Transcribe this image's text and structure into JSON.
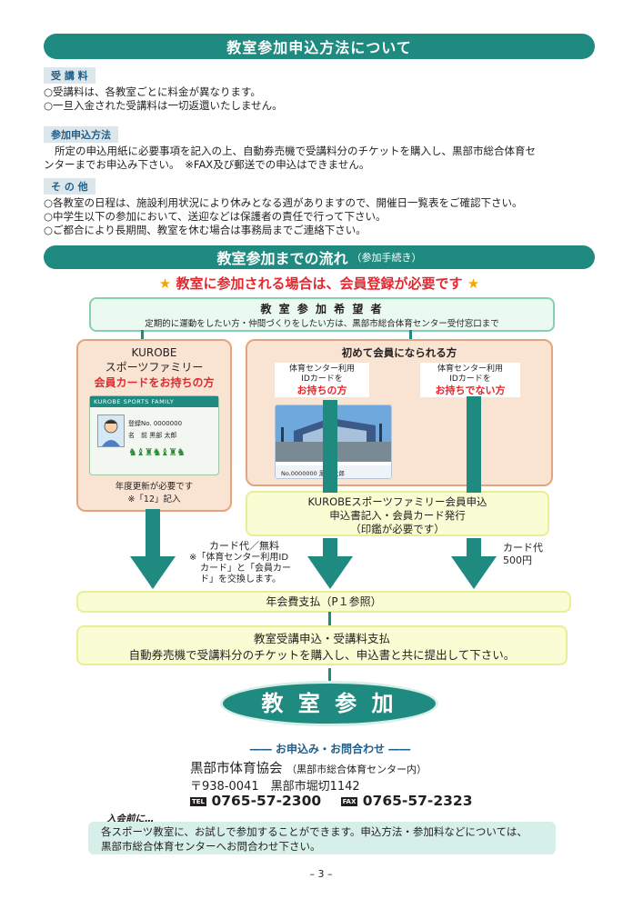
{
  "section1": {
    "title": "教室参加申込方法について",
    "fee": {
      "label": "受 講 料",
      "lines": [
        "○受講料は、各教室ごとに料金が異なります。",
        "○一旦入金された受講料は一切返還いたしません。"
      ]
    },
    "method": {
      "label": "参加申込方法",
      "lines": [
        "所定の申込用紙に必要事項を記入の上、自動券売機で受講料分のチケットを購入し、黒部市総合体育セ",
        "ンターまでお申込み下さい。　※FAX及び郵送での申込はできません。"
      ]
    },
    "other": {
      "label": "そ の 他",
      "lines": [
        "○各教室の日程は、施設利用状況により休みとなる週がありますので、開催日一覧表をご確認下さい。",
        "○中学生以下の参加において、送迎などは保護者の責任で行って下さい。",
        "○ご都合により長期間、教室を休む場合は事務局までご連絡下さい。"
      ]
    }
  },
  "section2": {
    "title": "教室参加までの流れ",
    "subtitle": "（参加手続き）",
    "notice": "会員登録が必要です",
    "notice_prefix": "教室に参加される場合は、",
    "applicant": {
      "title": "教 室 参 加 希 望 者",
      "desc": "定期的に運動をしたい方・仲間づくりをしたい方は、黒部市総合体育センター受付窓口まで"
    },
    "left_box": {
      "line1": "KUROBE",
      "line2": "スポーツファミリー",
      "line3": "会員カードをお持ちの方",
      "card_header": "KUROBE SPORTS FAMILY",
      "card_no": "登録No. 0000000",
      "card_name": "名　前  黒部  太郎",
      "note1": "年度更新が必要です",
      "note2": "※「12」記入"
    },
    "right_box": {
      "title": "初めて会員になられる方",
      "sub_left_line1": "体育センター利用",
      "sub_left_line2": "IDカードを",
      "sub_left_line3": "お持ちの方",
      "sub_right_line1": "体育センター利用",
      "sub_right_line2": "IDカードを",
      "sub_right_line3": "お持ちでない方",
      "card_no": "No.0000000   黒部  太郎"
    },
    "registration": {
      "line1": "KUROBEスポーツファミリー会員申込",
      "line2": "申込書記入・会員カード発行",
      "line3": "（印鑑が必要です）"
    },
    "card_fee_free": {
      "line1": "カード代／無料",
      "line2": "※「体育センター利用ID",
      "line3": "カード」と「会員カー",
      "line4": "ド」を交換します。"
    },
    "card_fee_paid": {
      "line1": "カード代",
      "line2": "500円"
    },
    "annual_fee": "年会費支払（P１参照）",
    "course": {
      "line1": "教室受講申込・受講料支払",
      "line2": "自動券売機で受講料分のチケットを購入し、申込書と共に提出して下さい。"
    },
    "final": "教 室 参 加"
  },
  "contact": {
    "heading": "お申込み・お問合わせ",
    "org": "黒部市体育協会",
    "org_sub": "（黒部市総合体育センター内）",
    "address": "〒938-0041　黒部市堀切1142",
    "tel_label": "TEL",
    "tel": "0765-57-2300",
    "fax_label": "FAX",
    "fax": "0765-57-2323"
  },
  "trial": {
    "heading": "入会前に…",
    "line1": "各スポーツ教室に、お試しで参加することができます。申込方法・参加料などについては、",
    "line2": "黒部市総合体育センターへお問合わせ下さい。"
  },
  "page_number": "– 3 –",
  "colors": {
    "teal": "#1f8a80",
    "red": "#e3292f",
    "gold": "#f3a600"
  }
}
